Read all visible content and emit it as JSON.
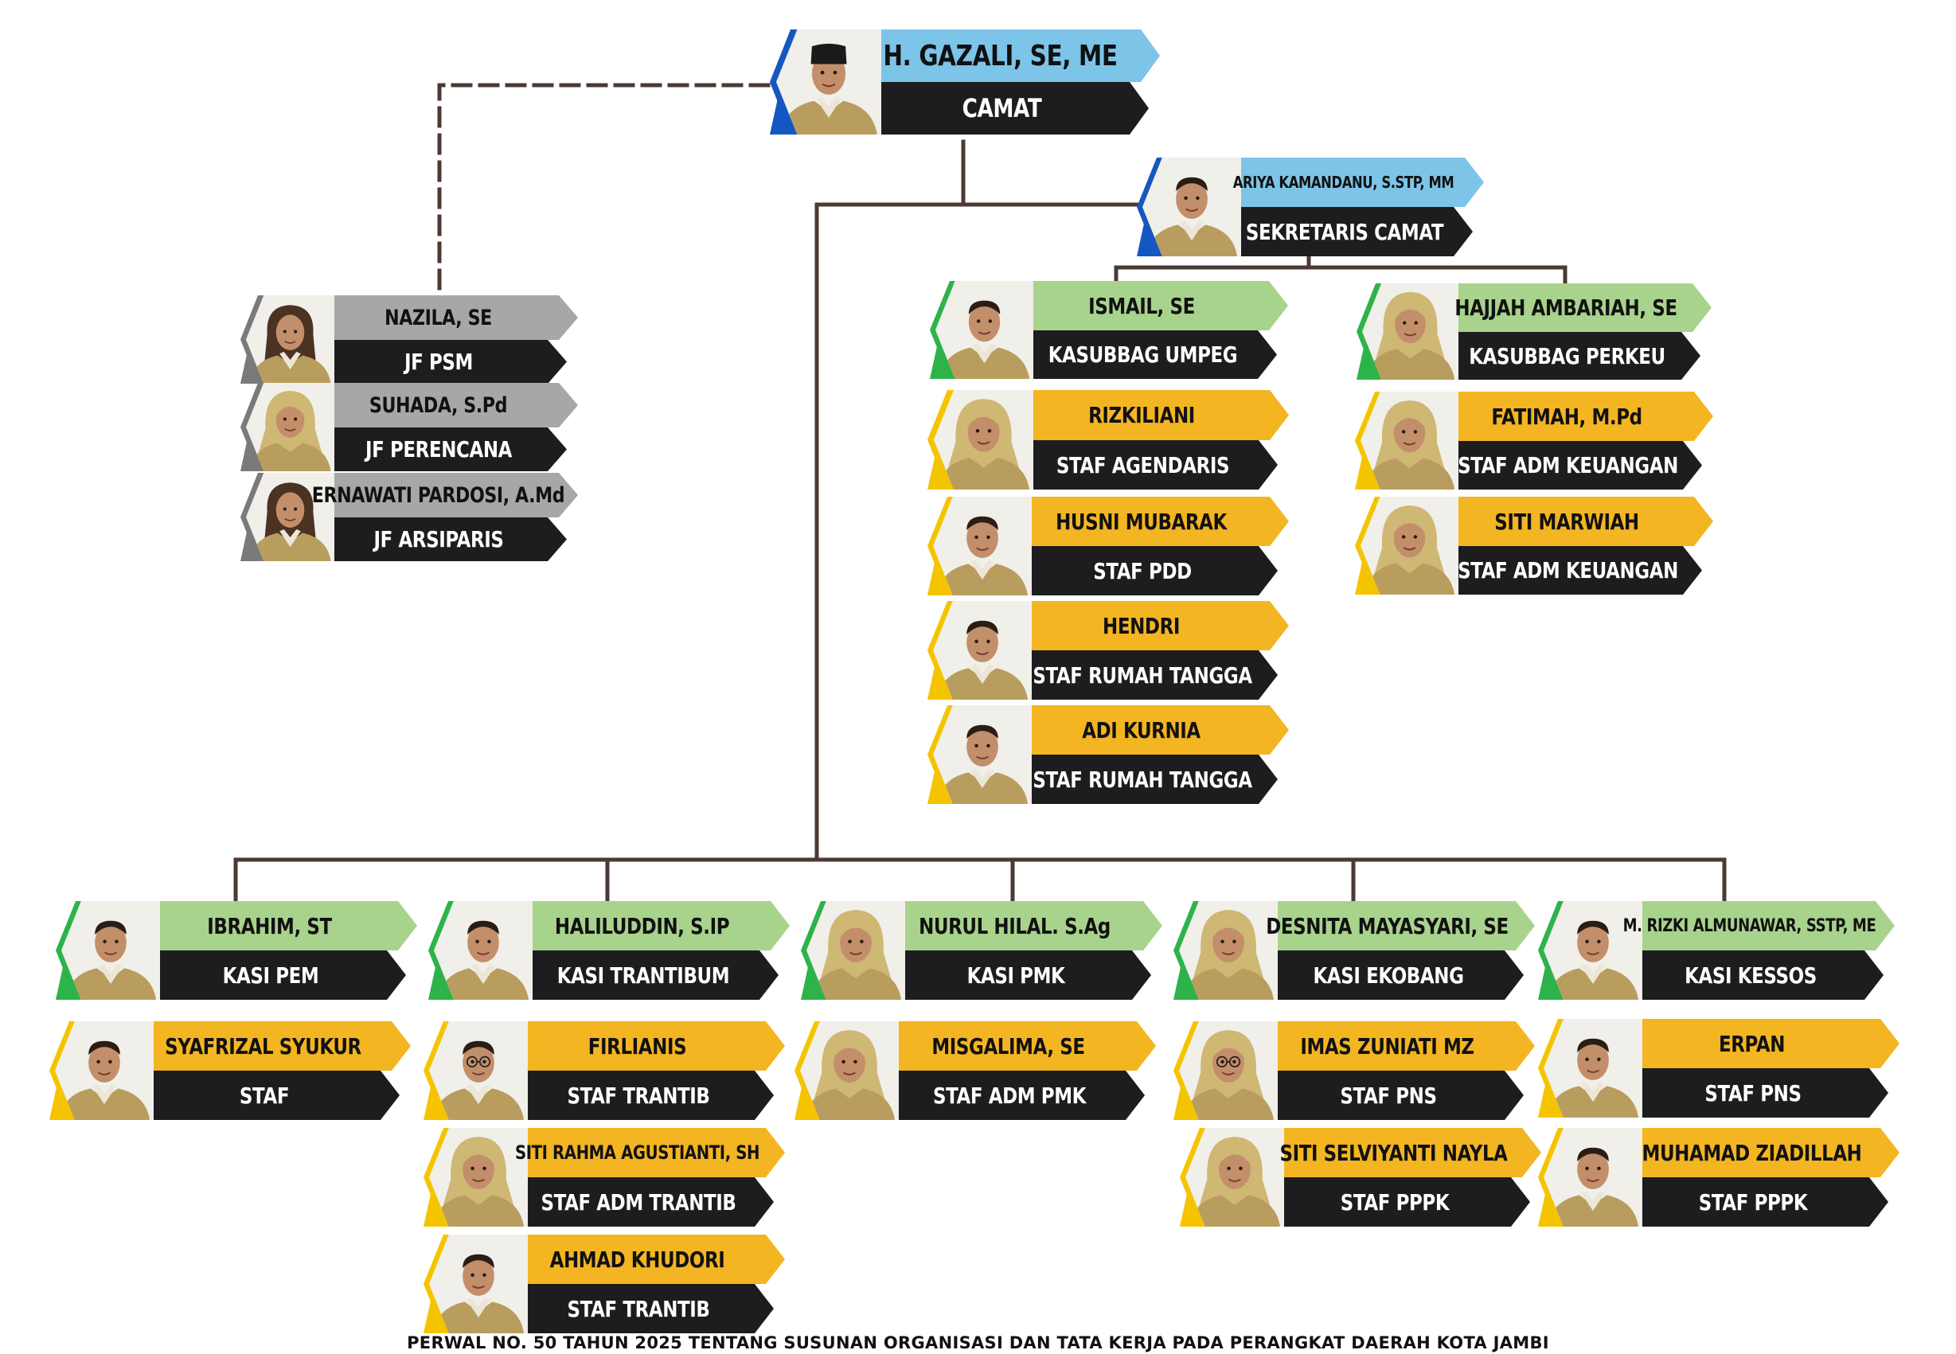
{
  "footer": "PERWAL NO. 50 TAHUN 2025 TENTANG SUSUNAN ORGANISASI DAN TATA KERJA PADA PERANGKAT DAERAH KOTA JAMBI",
  "colors": {
    "line": "#4a3a33",
    "role_band": "#1d1d1f",
    "tiers": {
      "head": {
        "accent": "#1557c0",
        "band": "#7cc4e8"
      },
      "kasubbag": {
        "accent": "#2db34a",
        "band": "#a8d38c"
      },
      "staff": {
        "accent": "#f5c400",
        "band": "#f4b522"
      },
      "functional": {
        "accent": "#7a7a7a",
        "band": "#a7a7a7"
      }
    }
  },
  "people": [
    {
      "id": "camat",
      "tier": "head",
      "name": "H. GAZALI, SE, ME",
      "role": "CAMAT",
      "photo": "male-official-peci"
    },
    {
      "id": "sekcam",
      "tier": "head",
      "name": "ARIYA KAMANDANU, S.STP, MM",
      "role": "SEKRETARIS CAMAT",
      "photo": "male-official"
    },
    {
      "id": "nazila",
      "tier": "functional",
      "name": "NAZILA, SE",
      "role": "JF PSM",
      "photo": "female-official"
    },
    {
      "id": "suhada",
      "tier": "functional",
      "name": "SUHADA, S.Pd",
      "role": "JF PERENCANA",
      "photo": "female-hijab"
    },
    {
      "id": "ernawati",
      "tier": "functional",
      "name": "ERNAWATI PARDOSI, A.Md",
      "role": "JF ARSIPARIS",
      "photo": "female-official"
    },
    {
      "id": "ismail",
      "tier": "kasubbag",
      "name": "ISMAIL, SE",
      "role": "KASUBBAG UMPEG",
      "photo": "male-official"
    },
    {
      "id": "hajjah",
      "tier": "kasubbag",
      "name": "HAJJAH AMBARIAH, SE",
      "role": "KASUBBAG PERKEU",
      "photo": "female-hijab"
    },
    {
      "id": "rizkiliani",
      "tier": "staff",
      "name": "RIZKILIANI",
      "role": "STAF AGENDARIS",
      "photo": "female-hijab"
    },
    {
      "id": "husni",
      "tier": "staff",
      "name": "HUSNI MUBARAK",
      "role": "STAF PDD",
      "photo": "male-official"
    },
    {
      "id": "hendri",
      "tier": "staff",
      "name": "HENDRI",
      "role": "STAF RUMAH TANGGA",
      "photo": "male-official"
    },
    {
      "id": "adi",
      "tier": "staff",
      "name": "ADI KURNIA",
      "role": "STAF RUMAH TANGGA",
      "photo": "male-official"
    },
    {
      "id": "fatimah",
      "tier": "staff",
      "name": "FATIMAH, M.Pd",
      "role": "STAF ADM KEUANGAN",
      "photo": "female-hijab"
    },
    {
      "id": "marwiah",
      "tier": "staff",
      "name": "SITI MARWIAH",
      "role": "STAF ADM KEUANGAN",
      "photo": "female-hijab"
    },
    {
      "id": "ibrahim",
      "tier": "kasubbag",
      "name": "IBRAHIM, ST",
      "role": "KASI PEM",
      "photo": "male-official"
    },
    {
      "id": "haliluddin",
      "tier": "kasubbag",
      "name": "HALILUDDIN, S.IP",
      "role": "KASI TRANTIBUM",
      "photo": "male-official"
    },
    {
      "id": "nurul",
      "tier": "kasubbag",
      "name": "NURUL HILAL. S.Ag",
      "role": "KASI PMK",
      "photo": "female-hijab"
    },
    {
      "id": "desnita",
      "tier": "kasubbag",
      "name": "DESNITA MAYASYARI, SE",
      "role": "KASI EKOBANG",
      "photo": "female-hijab"
    },
    {
      "id": "rizki",
      "tier": "kasubbag",
      "name": "M. RIZKI ALMUNAWAR, SSTP, ME",
      "role": "KASI KESSOS",
      "photo": "male-official"
    },
    {
      "id": "syafrizal",
      "tier": "staff",
      "name": "SYAFRIZAL SYUKUR",
      "role": "STAF",
      "photo": "male-official"
    },
    {
      "id": "firlianis",
      "tier": "staff",
      "name": "FIRLIANIS",
      "role": "STAF TRANTIB",
      "photo": "male-official-glasses"
    },
    {
      "id": "sitirahma",
      "tier": "staff",
      "name": "SITI RAHMA AGUSTIANTI, SH",
      "role": "STAF ADM TRANTIB",
      "photo": "female-hijab"
    },
    {
      "id": "ahmad",
      "tier": "staff",
      "name": "AHMAD KHUDORI",
      "role": "STAF TRANTIB",
      "photo": "male-official"
    },
    {
      "id": "misgalima",
      "tier": "staff",
      "name": "MISGALIMA, SE",
      "role": "STAF ADM PMK",
      "photo": "female-hijab"
    },
    {
      "id": "imas",
      "tier": "staff",
      "name": "IMAS ZUNIATI MZ",
      "role": "STAF PNS",
      "photo": "female-hijab-glasses"
    },
    {
      "id": "selviyanti",
      "tier": "staff",
      "name": "SITI SELVIYANTI NAYLA",
      "role": "STAF PPPK",
      "photo": "female-hijab"
    },
    {
      "id": "erpan",
      "tier": "staff",
      "name": "ERPAN",
      "role": "STAF PNS",
      "photo": "male-official"
    },
    {
      "id": "muhamad",
      "tier": "staff",
      "name": "MUHAMAD ZIADILLAH",
      "role": "STAF PPPK",
      "photo": "male-official"
    }
  ]
}
